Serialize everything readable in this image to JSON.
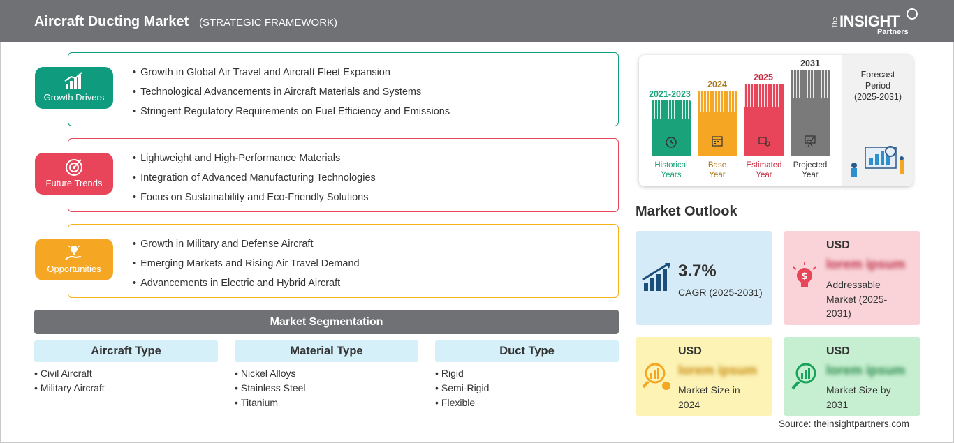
{
  "header": {
    "title": "Aircraft Ducting Market",
    "subtitle": "(STRATEGIC FRAMEWORK)",
    "logo": {
      "the": "The",
      "insight": "INSIGHT",
      "partners": "Partners"
    }
  },
  "colors": {
    "growth": "#0f9c7e",
    "trends": "#e8455a",
    "opportunities": "#f5a623",
    "header_bg": "#6f7174"
  },
  "sections": [
    {
      "label": "Growth Drivers",
      "icon": "bar-chart-icon",
      "items": [
        "Growth in Global Air Travel and Aircraft Fleet Expansion",
        "Technological Advancements in Aircraft Materials and Systems",
        "Stringent Regulatory Requirements on Fuel Efficiency and Emissions"
      ]
    },
    {
      "label": "Future Trends",
      "icon": "target-icon",
      "items": [
        "Lightweight and High-Performance Materials",
        "Integration of Advanced Manufacturing Technologies",
        "Focus on Sustainability and Eco-Friendly Solutions"
      ]
    },
    {
      "label": "Opportunities",
      "icon": "lightbulb-hand-icon",
      "items": [
        "Growth in Military and Defense Aircraft",
        "Emerging Markets and Rising Air Travel Demand",
        "Advancements in Electric and Hybrid Aircraft"
      ]
    }
  ],
  "segmentation": {
    "title": "Market Segmentation",
    "columns": [
      {
        "head": "Aircraft Type",
        "items": [
          "Civil Aircraft",
          "Military Aircraft"
        ]
      },
      {
        "head": "Material Type",
        "items": [
          "Nickel Alloys",
          "Stainless Steel",
          "Titanium"
        ]
      },
      {
        "head": "Duct Type",
        "items": [
          "Rigid",
          "Semi-Rigid",
          "Flexible"
        ]
      }
    ]
  },
  "timeline": {
    "bars": [
      {
        "year": "2021-2023",
        "caption1": "Historical",
        "caption2": "Years",
        "color": "#1aa37a",
        "icon": "history-icon"
      },
      {
        "year": "2024",
        "caption1": "Base",
        "caption2": "Year",
        "color": "#f5a623",
        "icon": "calendar-icon"
      },
      {
        "year": "2025",
        "caption1": "Estimated",
        "caption2": "Year",
        "color": "#e8455a",
        "icon": "estimate-icon"
      },
      {
        "year": "2031",
        "caption1": "Projected",
        "caption2": "Year",
        "color": "#7a7a7a",
        "icon": "presentation-icon"
      }
    ],
    "forecast": {
      "line1": "Forecast",
      "line2": "Period",
      "line3": "(2025-2031)"
    }
  },
  "outlook": {
    "title": "Market Outlook",
    "cagr": {
      "value": "3.7%",
      "label": "CAGR (2025-2031)"
    },
    "addressable": {
      "usd": "USD",
      "value": "lorem ipsum",
      "label1": "Addressable",
      "label2": "Market (2025-",
      "label3": "2031)"
    },
    "size2024": {
      "usd": "USD",
      "value": "lorem ipsum",
      "label1": "Market Size in",
      "label2": "2024"
    },
    "size2031": {
      "usd": "USD",
      "value": "lorem ipsum",
      "label1": "Market Size by",
      "label2": "2031"
    }
  },
  "source": "Source: theinsightpartners.com"
}
